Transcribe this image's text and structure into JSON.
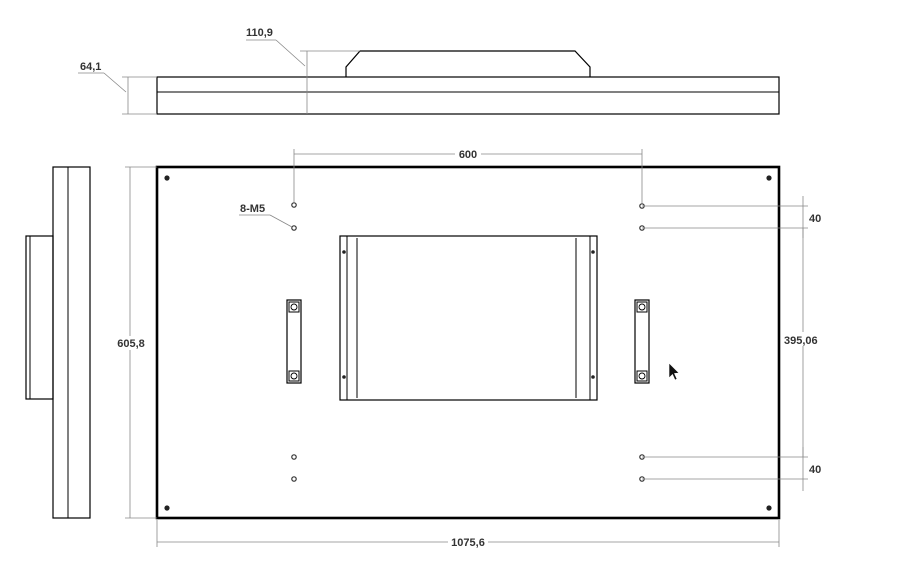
{
  "dimensions": {
    "depth_total": "110,9",
    "depth_body": "64,1",
    "vesa_horizontal": "600",
    "height": "605,8",
    "width": "1075,6",
    "vesa_vertical": "395,06",
    "spacing_top": "40",
    "spacing_bottom": "40",
    "holes_note": "8-M5"
  },
  "icons": {
    "cursor": "mouse-pointer-icon",
    "bracket_left": "bracket-left-icon",
    "bracket_right": "bracket-right-icon"
  },
  "colors": {
    "line": "#000000",
    "dimension": "#888888",
    "text": "#333333"
  }
}
